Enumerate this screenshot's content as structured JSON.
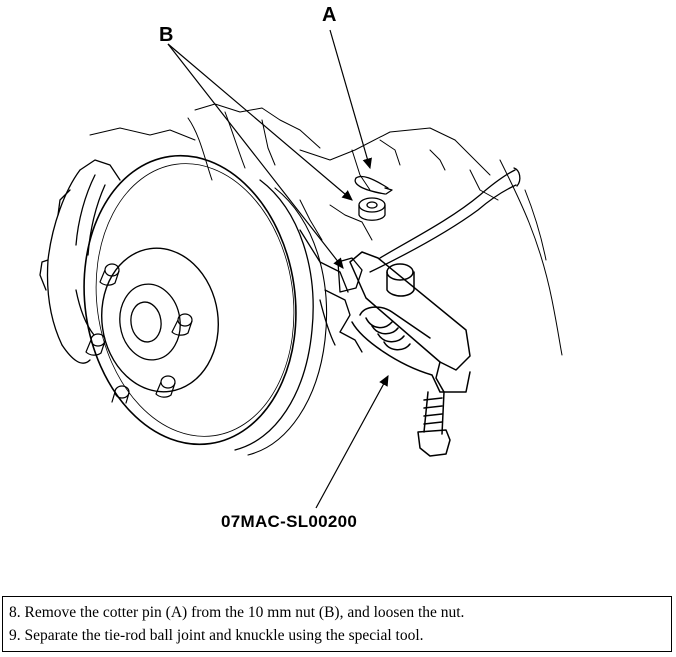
{
  "callouts": {
    "a": "A",
    "b": "B",
    "tool": "07MAC-SL00200"
  },
  "instructions": [
    "8. Remove the cotter pin (A) from the 10 mm nut (B), and loosen the nut.",
    "9. Separate the tie-rod ball joint and knuckle using the special tool."
  ]
}
